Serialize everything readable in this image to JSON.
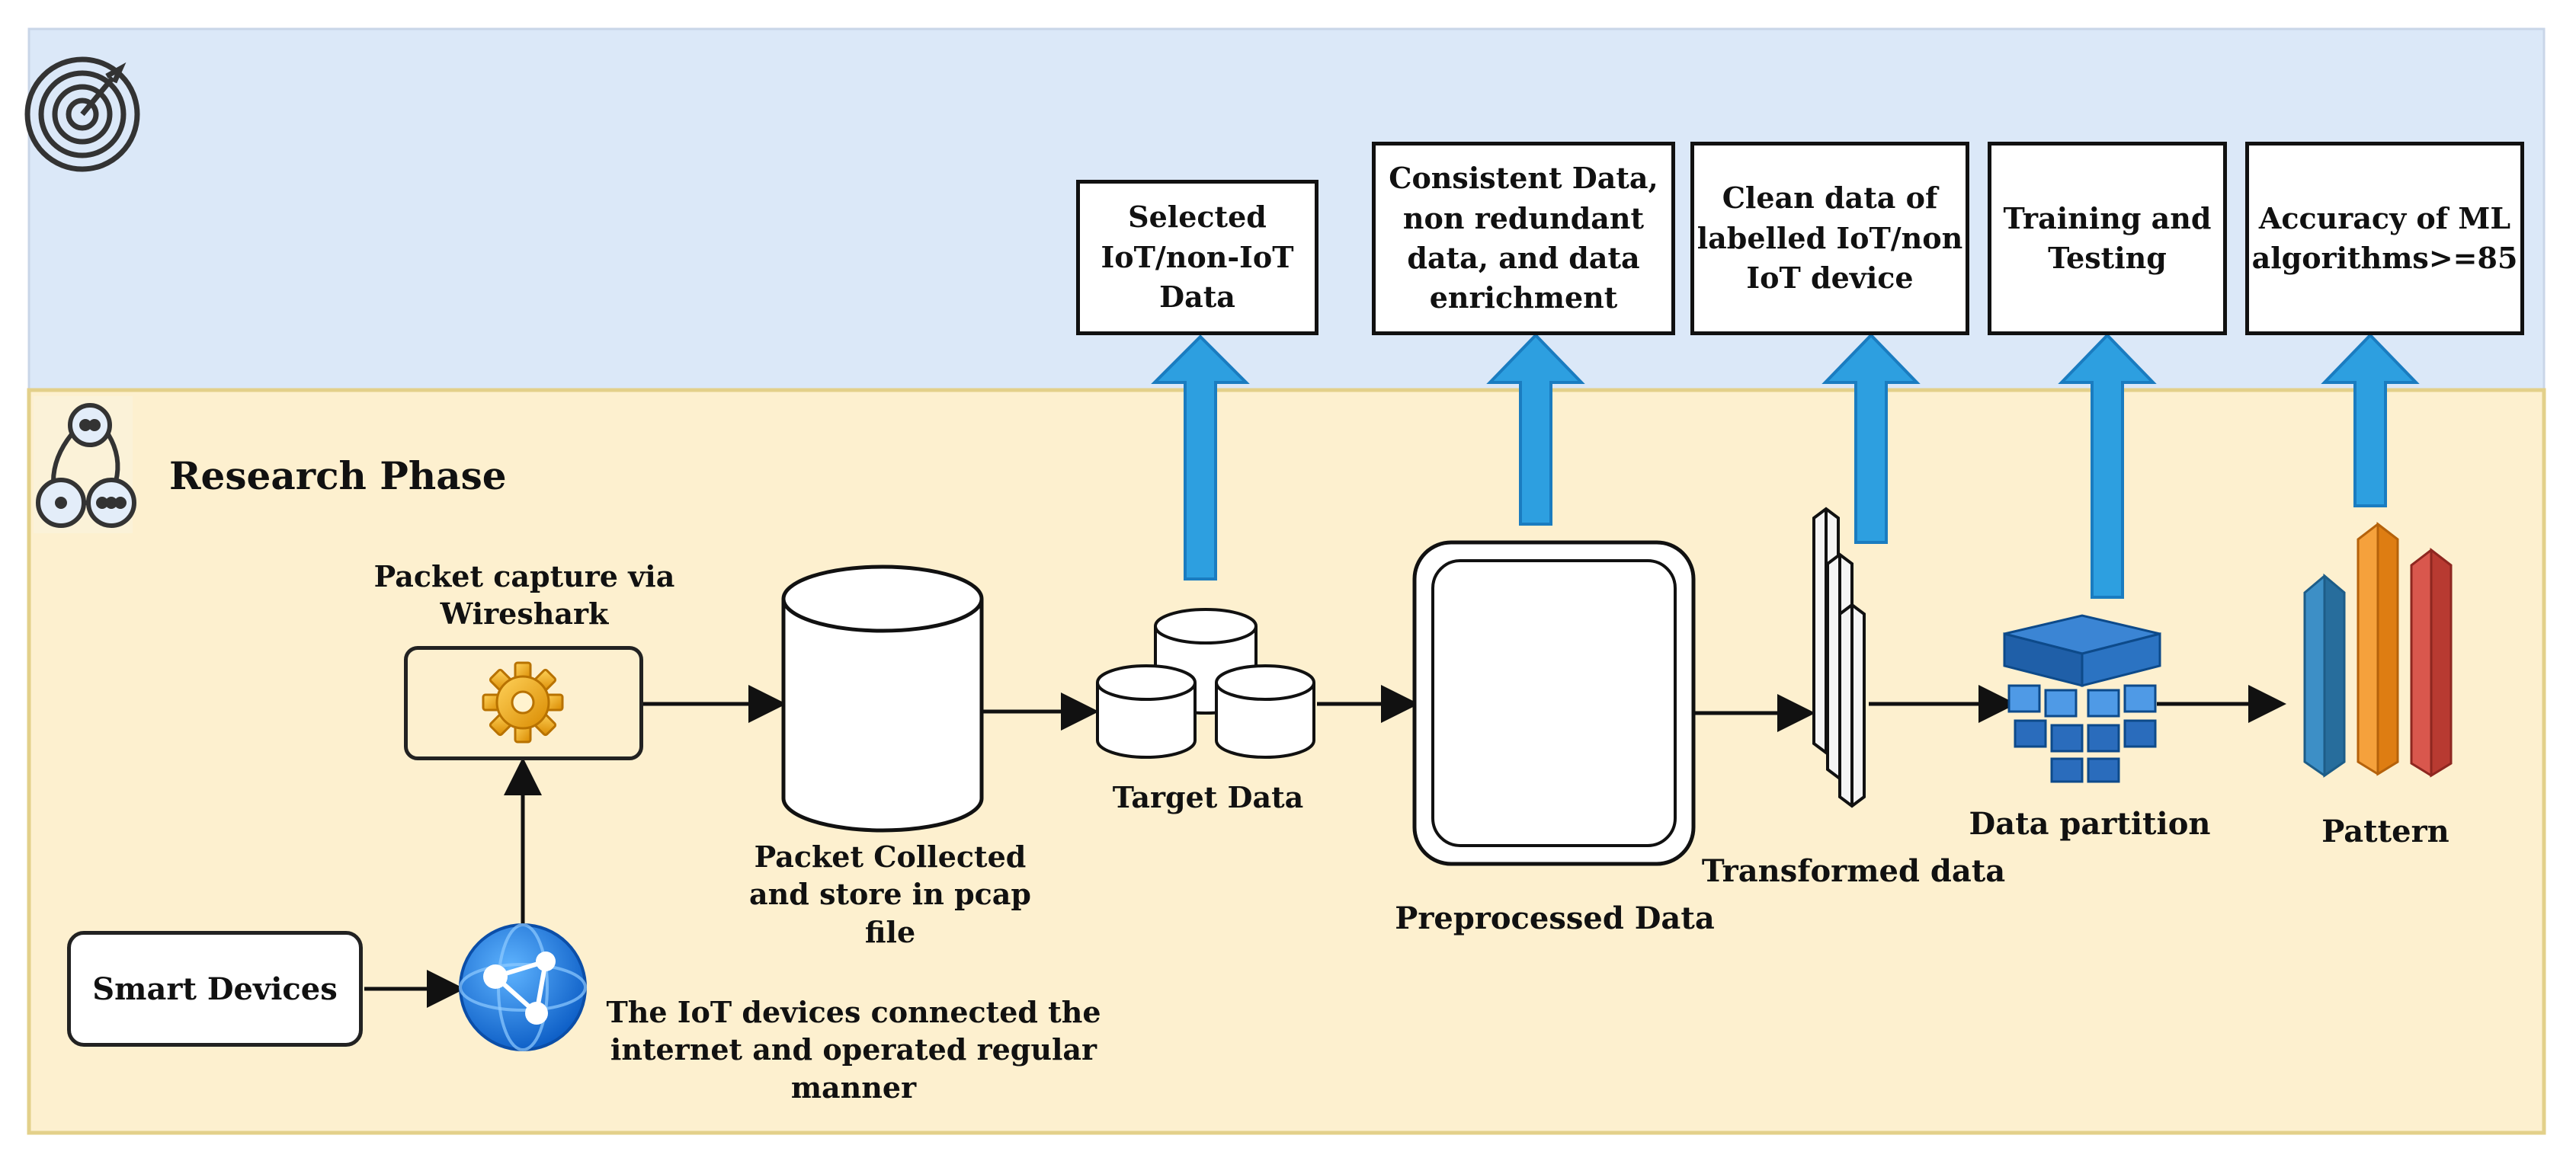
{
  "phase_label": "Research Phase",
  "goals": [
    "Selected IoT/non-IoT Data",
    "Consistent Data, non redundant data, and data enrichment",
    "Clean data of labelled IoT/non IoT device",
    "Training and Testing",
    "Accuracy of ML algorithms>=85"
  ],
  "steps": {
    "smart_devices": "Smart Devices",
    "iot_connected": "The IoT devices connected the internet and operated regular manner",
    "packet_capture": "Packet capture via Wireshark",
    "packet_collected": "Packet Collected and store in pcap file",
    "target_data": "Target Data",
    "preprocessed_data": "Preprocessed Data",
    "transformed_data": "Transformed data",
    "data_partition": "Data partition",
    "pattern": "Pattern"
  },
  "colors": {
    "goal_band": "#dbe8f8",
    "research_band": "#fdf0cf",
    "band_border": "#e3d08a",
    "up_arrow": "#2d9fe0",
    "azure_blue": "#1f6fbf"
  }
}
